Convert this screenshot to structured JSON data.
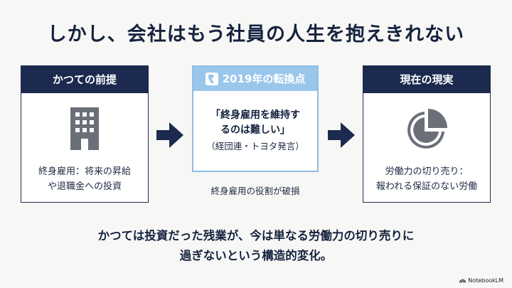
{
  "title": "しかし、会社はもう社員の人生を抱えきれない",
  "left_card": {
    "header": "かつての前提",
    "icon": "building-icon",
    "text_line1": "終身雇用：将来の昇給",
    "text_line2": "や退職金への投資"
  },
  "center_card": {
    "header": "2019年の転換点",
    "icon": "bookmark-badge-icon",
    "quote_line1": "「終身雇用を維持す",
    "quote_line2": "るのは難しい」",
    "source": "（経団連・トヨタ発言）",
    "caption": "終身雇用の役割が破損"
  },
  "right_card": {
    "header": "現在の現実",
    "icon": "pie-chart-icon",
    "text_line1": "労働力の切り売り：",
    "text_line2": "報われる保証のない労働"
  },
  "summary_line1": "かつては投資だった残業が、今は単なる労働力の切り売りに",
  "summary_line2": "過ぎないという構造的変化。",
  "logo_text": "NotebookLM",
  "colors": {
    "navy": "#1b2a4e",
    "light_blue": "#9bc6ec",
    "icon_gray": "#6b6f78",
    "background": "#f7f7f5"
  }
}
